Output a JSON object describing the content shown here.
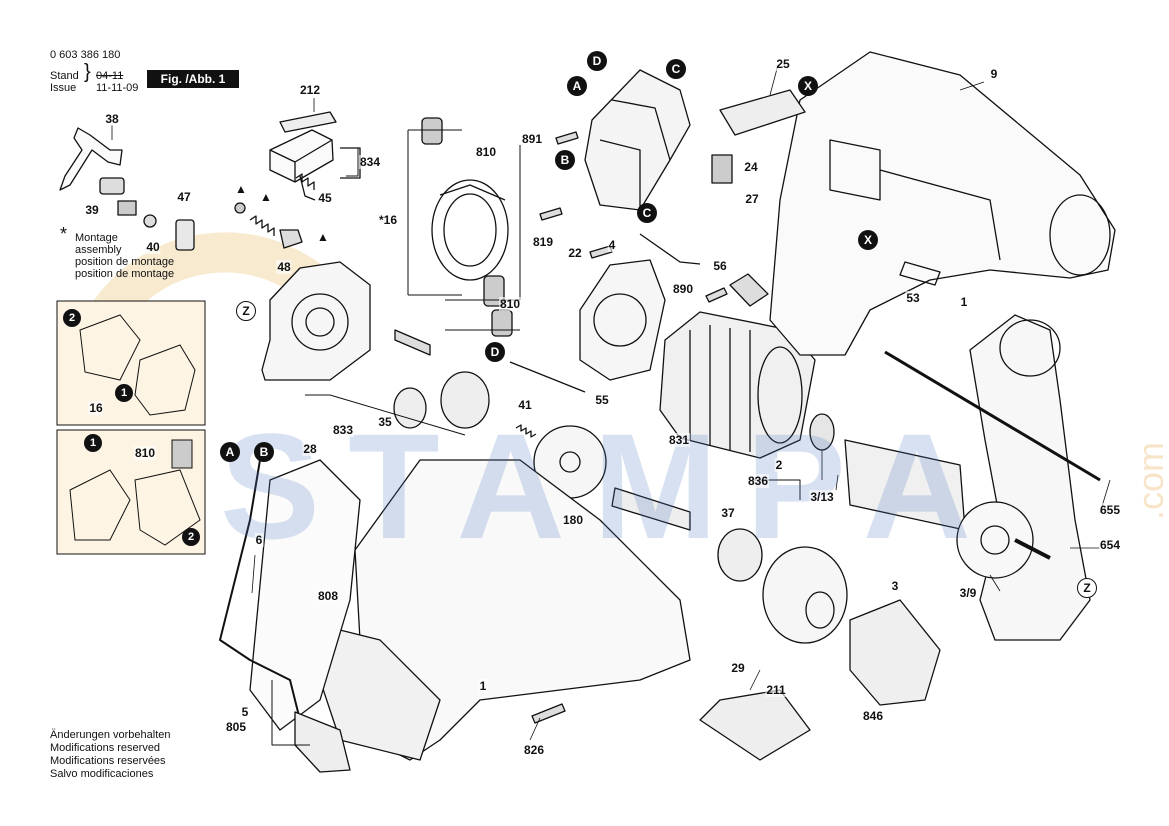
{
  "header": {
    "part_number": "0 603 386 180",
    "stand_label": "Stand",
    "stand_value": "04-11",
    "issue_label": "Issue",
    "issue_value": "11-11-09",
    "figure": "Fig. /Abb. 1"
  },
  "assembly_note": {
    "asterisk": "*",
    "lines": [
      "Montage",
      "assembly",
      "position de montage",
      "position de montage"
    ]
  },
  "footer": {
    "lines": [
      "Änderungen vorbehalten",
      "Modifications reserved",
      "Modifications reservées",
      "Salvo modificaciones"
    ]
  },
  "watermark": {
    "text": "STAMPA",
    "suffix": ".com"
  },
  "colors": {
    "line": "#111111",
    "watermark_blue": "#4878be",
    "watermark_orange": "#e6a03c"
  },
  "callouts": [
    "A",
    "B",
    "C",
    "D",
    "X",
    "Z"
  ],
  "part_labels": [
    "212",
    "834",
    "45",
    "38",
    "39",
    "47",
    "40",
    "48",
    "▲",
    "▲",
    "▲",
    "810",
    "*16",
    "810",
    "891",
    "819",
    "22",
    "4",
    "56",
    "890",
    "55",
    "25",
    "9",
    "24",
    "27",
    "53",
    "1",
    "833",
    "35",
    "41",
    "831",
    "2",
    "3/13",
    "836",
    "37",
    "28",
    "6",
    "180",
    "808",
    "5",
    "805",
    "826",
    "1",
    "29",
    "211",
    "846",
    "3",
    "3/9",
    "655",
    "654",
    "16",
    "810"
  ],
  "marker_labels": [
    "1",
    "2",
    "1",
    "2"
  ]
}
